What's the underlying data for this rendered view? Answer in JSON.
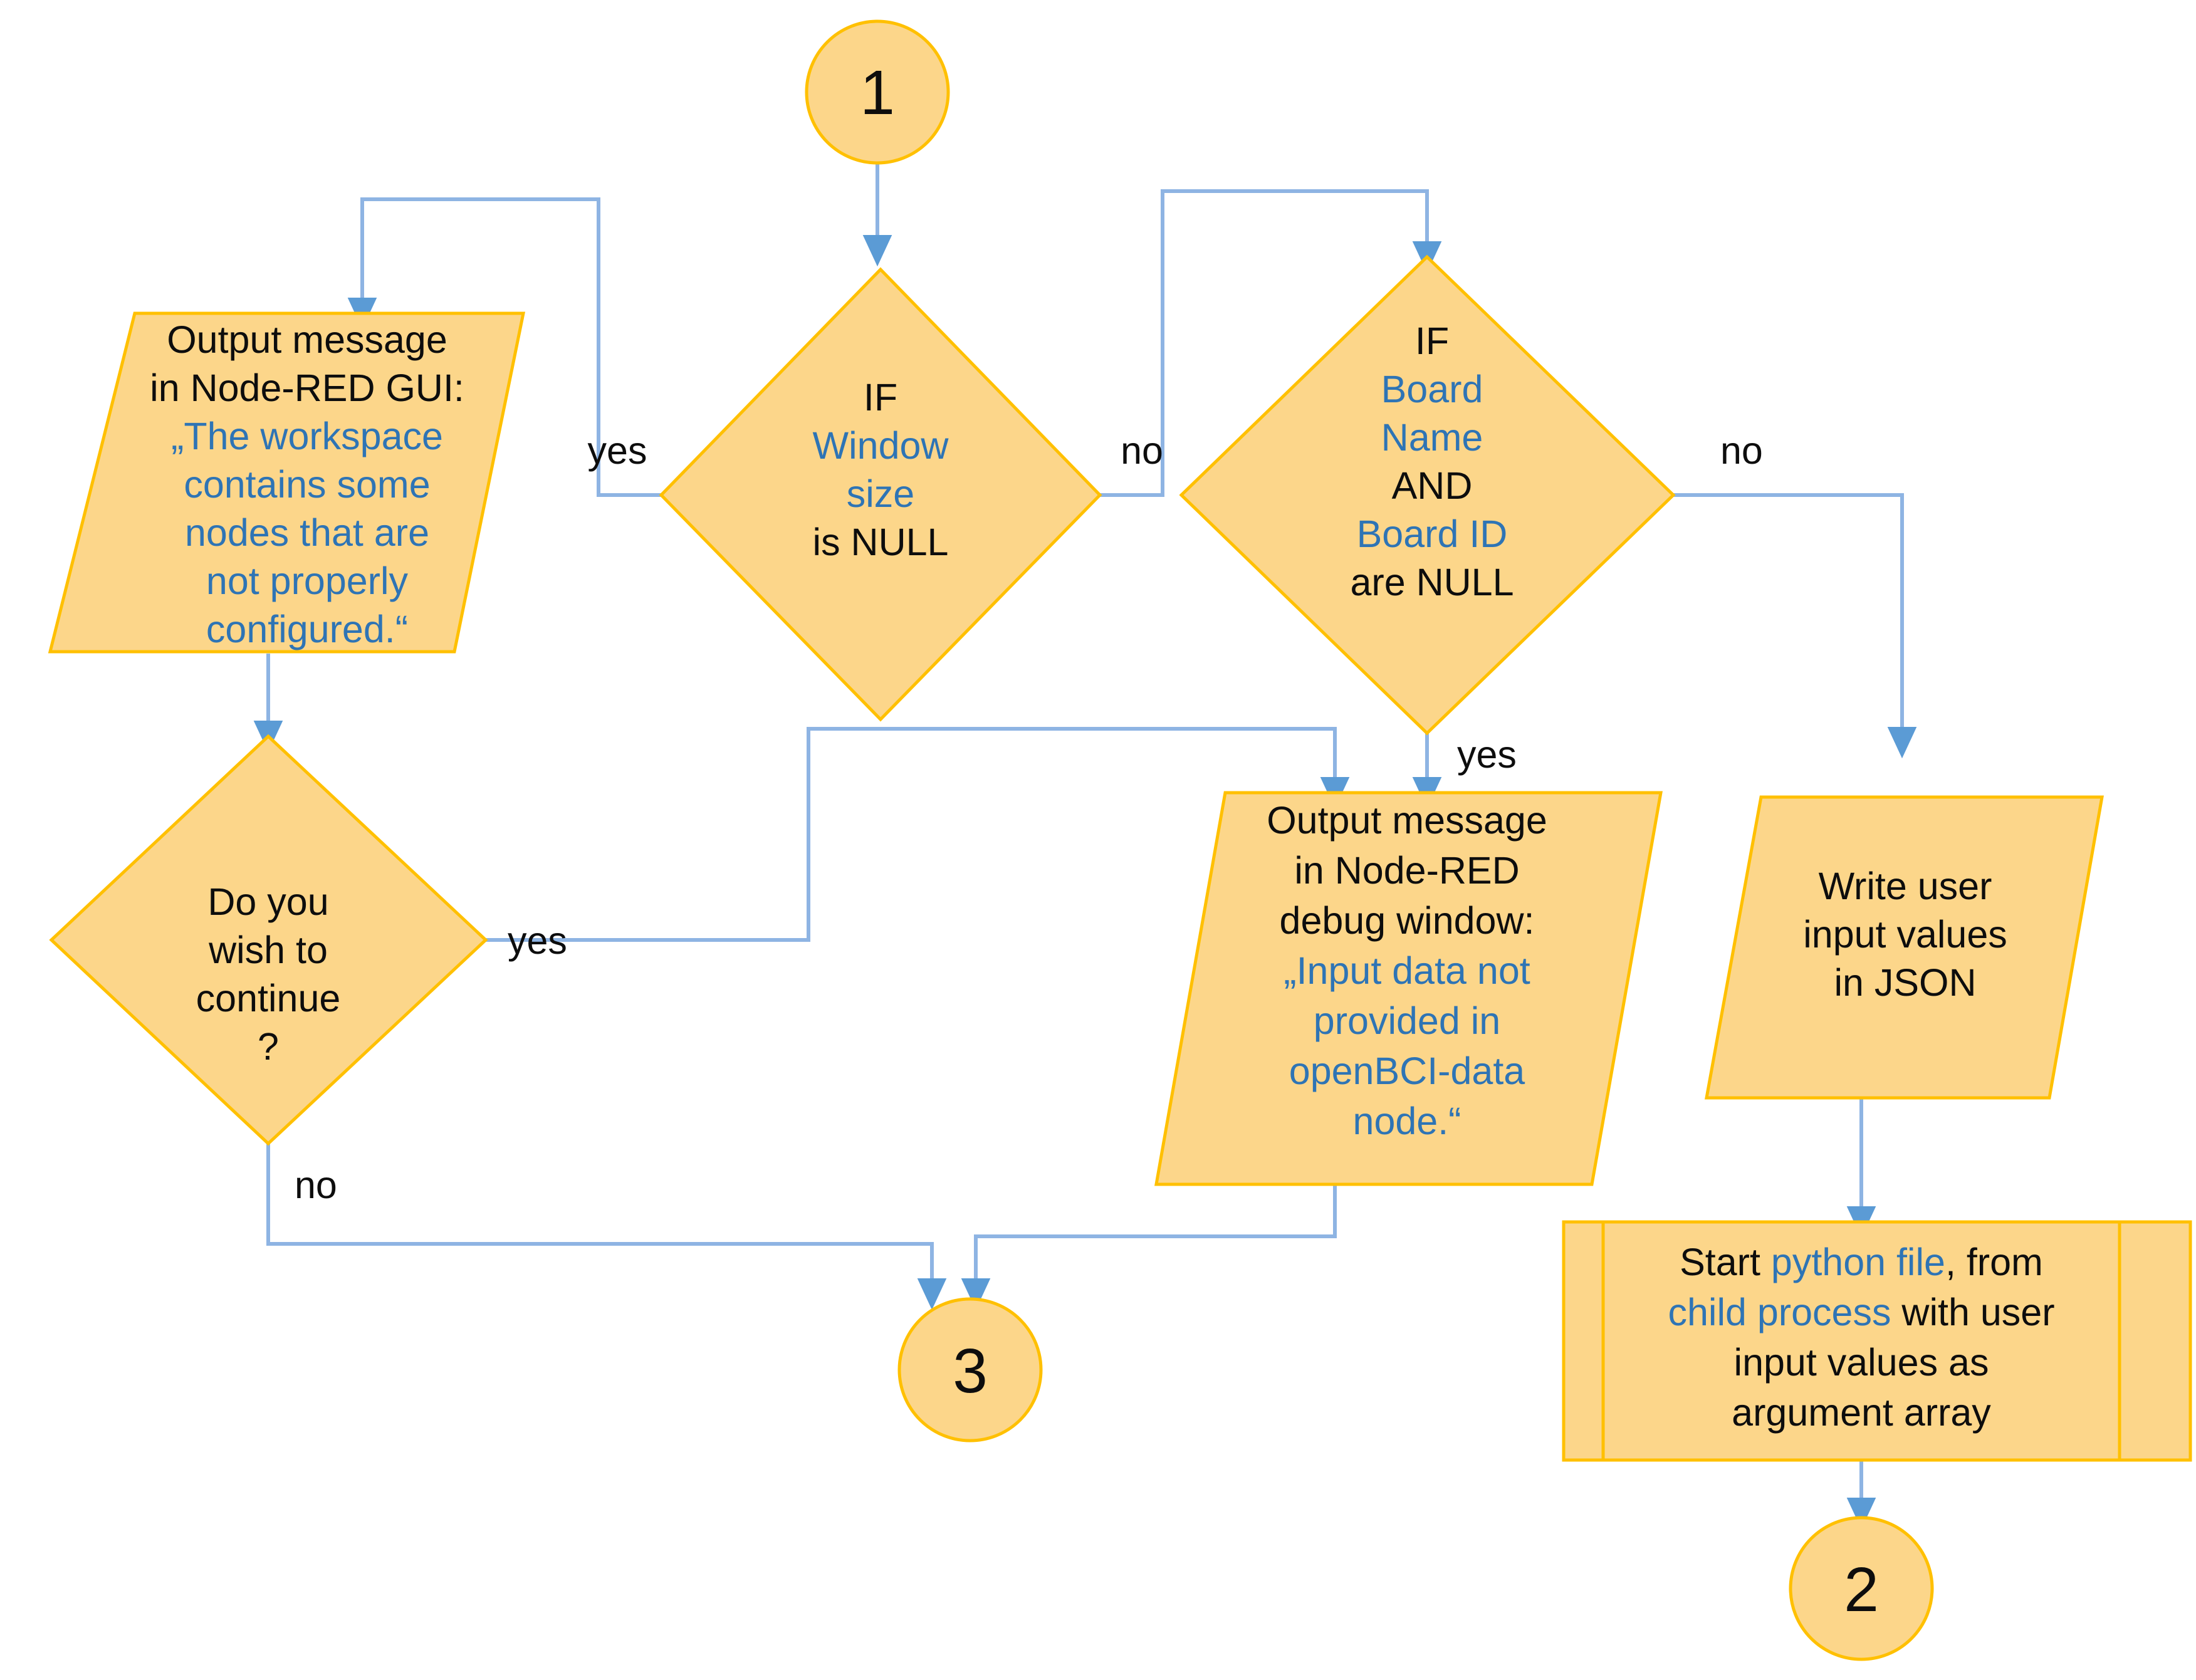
{
  "diagram": {
    "title": "Node-RED openBCI flow chart (part 2)",
    "colors": {
      "shape_fill": "#FCD68A",
      "shape_stroke": "#FFC000",
      "connector": "#8EB4E3",
      "arrowhead": "#5B9BD5",
      "text_black": "#0D0D0D",
      "text_blue": "#2E74B5",
      "background": "#FFFFFF"
    },
    "nodes": {
      "connector_1": {
        "type": "connector-circle",
        "label": "1"
      },
      "connector_2": {
        "type": "connector-circle",
        "label": "2"
      },
      "connector_3": {
        "type": "connector-circle",
        "label": "3"
      },
      "decision_window_size": {
        "type": "decision-diamond",
        "lines": [
          {
            "text": "IF",
            "color": "black"
          },
          {
            "text": "Window",
            "color": "blue"
          },
          {
            "text": "size",
            "color": "blue"
          },
          {
            "text": "is NULL",
            "color": "black"
          }
        ]
      },
      "decision_board": {
        "type": "decision-diamond",
        "lines": [
          {
            "text": "IF",
            "color": "black"
          },
          {
            "text": "Board",
            "color": "blue"
          },
          {
            "text": "Name",
            "color": "blue"
          },
          {
            "text": "AND",
            "color": "black"
          },
          {
            "text": "Board ID",
            "color": "blue"
          },
          {
            "text": "are NULL",
            "color": "black"
          }
        ]
      },
      "decision_continue": {
        "type": "decision-diamond",
        "lines": [
          {
            "text": "Do you",
            "color": "black"
          },
          {
            "text": "wish to",
            "color": "black"
          },
          {
            "text": "continue",
            "color": "black"
          },
          {
            "text": "?",
            "color": "black"
          }
        ]
      },
      "io_gui_message": {
        "type": "io-parallelogram",
        "lines": [
          {
            "text": "Output message",
            "color": "black"
          },
          {
            "text": "in Node-RED GUI:",
            "color": "black"
          },
          {
            "text": "„The workspace",
            "color": "blue"
          },
          {
            "text": "contains some",
            "color": "blue"
          },
          {
            "text": "nodes that are",
            "color": "blue"
          },
          {
            "text": "not properly",
            "color": "blue"
          },
          {
            "text": "configured.“",
            "color": "blue"
          }
        ]
      },
      "io_debug_message": {
        "type": "io-parallelogram",
        "lines": [
          {
            "text": "Output message",
            "color": "black"
          },
          {
            "text": "in Node-RED",
            "color": "black"
          },
          {
            "text": "debug window:",
            "color": "black"
          },
          {
            "text": "„Input data not",
            "color": "blue"
          },
          {
            "text": "provided in",
            "color": "blue"
          },
          {
            "text": "openBCI-data",
            "color": "blue"
          },
          {
            "text": "node.“",
            "color": "blue"
          }
        ]
      },
      "io_write_json": {
        "type": "io-parallelogram",
        "lines": [
          {
            "text": "Write user",
            "color": "black"
          },
          {
            "text": "input values",
            "color": "black"
          },
          {
            "text": "in JSON",
            "color": "black"
          }
        ]
      },
      "process_start_python": {
        "type": "predefined-process",
        "lines": [
          {
            "segments": [
              {
                "text": "Start ",
                "color": "black"
              },
              {
                "text": "python file",
                "color": "blue"
              },
              {
                "text": ",  from",
                "color": "black"
              }
            ]
          },
          {
            "segments": [
              {
                "text": "child process",
                "color": "blue"
              },
              {
                "text": " with user",
                "color": "black"
              }
            ]
          },
          {
            "segments": [
              {
                "text": "input values as",
                "color": "black"
              }
            ]
          },
          {
            "segments": [
              {
                "text": "argument array",
                "color": "black"
              }
            ]
          }
        ]
      }
    },
    "edge_labels": {
      "window_yes": "yes",
      "window_no": "no",
      "board_no": "no",
      "board_yes": "yes",
      "continue_yes": "yes",
      "continue_no": "no"
    }
  }
}
